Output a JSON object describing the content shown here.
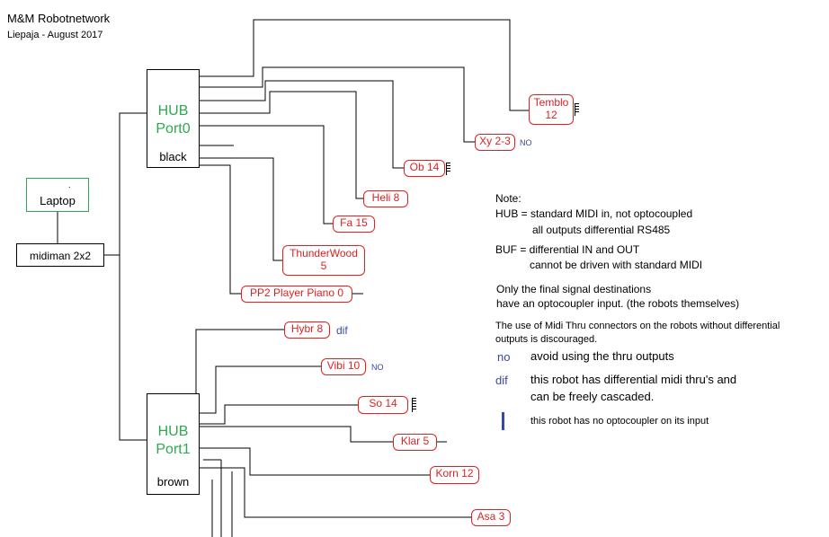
{
  "header": {
    "title": "M&M Robotnetwork",
    "subtitle": "Liepaja - August 2017"
  },
  "laptop": {
    "label": "Laptop",
    "dot": "."
  },
  "midiman": {
    "label": "midiman 2x2"
  },
  "hubs": [
    {
      "name_line1": "HUB",
      "name_line2": "Port0",
      "color_label": "black"
    },
    {
      "name_line1": "HUB",
      "name_line2": "Port1",
      "color_label": "brown"
    }
  ],
  "robots": {
    "temblo": {
      "line1": "Temblo",
      "line2": "12"
    },
    "xy": {
      "label": "Xy 2-3",
      "tag": "NO"
    },
    "ob": {
      "label": "Ob 14"
    },
    "heli": {
      "label": "Heli 8"
    },
    "fa": {
      "label": "Fa 15"
    },
    "thunderwood": {
      "line1": "ThunderWood",
      "line2": "5"
    },
    "pp2": {
      "label": "PP2 Player Piano 0"
    },
    "hybr": {
      "label": "Hybr 8",
      "tag": "dif"
    },
    "vibi": {
      "label": "Vibi 10",
      "tag": "NO"
    },
    "so": {
      "label": "So 14"
    },
    "klar": {
      "label": "Klar 5"
    },
    "korn": {
      "label": "Korn 12"
    },
    "asa": {
      "label": "Asa 3"
    }
  },
  "notes": {
    "heading": "Note:",
    "hub_line1": "HUB = standard MIDI in, not optocoupled",
    "hub_line2": "all outputs differential RS485",
    "buf_line1": "BUF = differential IN and OUT",
    "buf_line2": "cannot be driven with standard MIDI",
    "final_line1": "Only the final signal destinations",
    "final_line2": "have an optocoupler input. (the  robots themselves)",
    "thru_line1": "The use of Midi Thru connectors on the robots without differential",
    "thru_line2": "outputs is discouraged."
  },
  "legend": {
    "no_key": "no",
    "no_text": "avoid using the thru outputs",
    "dif_key": "dif",
    "dif_text_line1": "this robot has differential midi thru's and",
    "dif_text_line2": "can be freely cascaded.",
    "bar_text": "this robot has no optocoupler on its input"
  },
  "colors": {
    "hub_text": "#2fa84f",
    "robot_border": "#dd2222",
    "tag_blue": "#3848a8",
    "line": "#000000"
  }
}
